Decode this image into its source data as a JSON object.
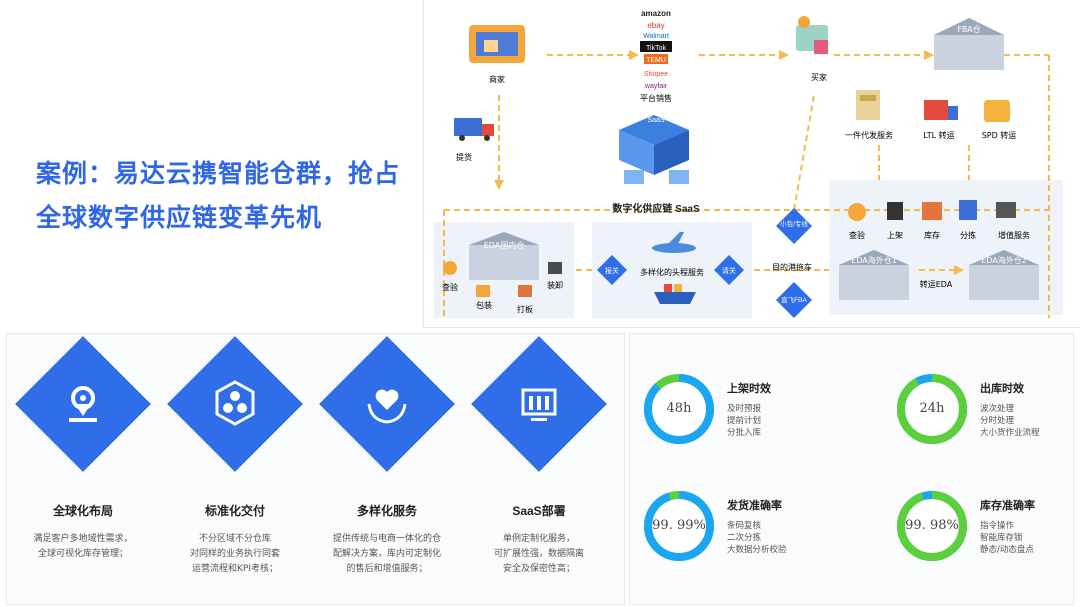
{
  "headline": {
    "line1": "案例：易达云携智能仓群，抢占",
    "line2": "全球数字供应链变革先机"
  },
  "flow": {
    "merchant": "商家",
    "pickup": "提货",
    "platforms": [
      "amazon",
      "ebay",
      "Walmart",
      "TikTok",
      "TEMU",
      "Shopee",
      "wayfair"
    ],
    "platform_sales": "平台销售",
    "buyer": "买家",
    "fba_warehouse": "FBA仓",
    "dropship": "一件代发服务",
    "ltl": "LTL 转运",
    "spd": "SPD 转运",
    "saas": "数字化供应链 SaaS",
    "saas_badge": "SaaS",
    "eda_domestic": "EDA国内仓",
    "inspect": "查验",
    "pack": "包装",
    "unload": "装卸",
    "label": "打板",
    "customs_declare": "报关",
    "headhaul": "多样化的头程服务",
    "customs_clear": "清关",
    "small_express": "小包/专线",
    "port_truck": "目的港拖车",
    "direct_fba": "直飞FBA",
    "overseas_services": [
      "查验",
      "上架",
      "库存",
      "分拣",
      "增值服务"
    ],
    "eda_overseas1": "EDA海外仓1",
    "eda_overseas2": "EDA海外仓2",
    "transfer_eda": "转运EDA"
  },
  "features": [
    {
      "title": "全球化布局",
      "desc": [
        "满足客户多地域性需求，",
        "全球可视化库存管理；"
      ]
    },
    {
      "title": "标准化交付",
      "desc": [
        "不分区域不分仓库",
        "对同样的业务执行同套",
        "运营流程和KPI考核；"
      ]
    },
    {
      "title": "多样化服务",
      "desc": [
        "提供传统与电商一体化的仓",
        "配解决方案，库内可定制化",
        "的售后和增值服务；"
      ]
    },
    {
      "title": "SaaS部署",
      "desc": [
        "单例定制化服务，",
        "可扩展性强，数据隔离",
        "安全及保密性高；"
      ]
    }
  ],
  "kpis": [
    {
      "value": "48h",
      "title": "上架时效",
      "lines": [
        "及时预报",
        "提前计划",
        "分批入库"
      ],
      "fraction": 0.88,
      "color": "#1aa6f0"
    },
    {
      "value": "24h",
      "title": "出库时效",
      "lines": [
        "波次处理",
        "分时处理",
        "大小货作业流程"
      ],
      "fraction": 0.92,
      "color": "#5ccf3c"
    },
    {
      "value": "99. 99%",
      "title": "发货准确率",
      "lines": [
        "条码复核",
        "二次分拣",
        "大数据分析校验"
      ],
      "fraction": 0.95,
      "color": "#1aa6f0"
    },
    {
      "value": "99. 98%",
      "title": "库存准确率",
      "lines": [
        "指令操作",
        "智能库存锁",
        "静态/动态盘点"
      ],
      "fraction": 0.95,
      "color": "#5ccf3c"
    }
  ],
  "colors": {
    "accent": "#2f6ee8",
    "title": "#2f67e8",
    "arrow": "#f7b94a",
    "ring_track": "#5ccf3c",
    "ring_blue": "#1aa6f0"
  }
}
